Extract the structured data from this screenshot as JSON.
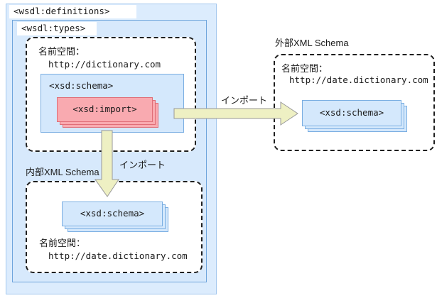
{
  "palette": {
    "container_fill": "#dcecfd",
    "types_fill": "#d7e9fc",
    "blue_border": "#6fa5dc",
    "schema_fill": "#d4e8fc",
    "schema_border": "#7aaee2",
    "import_fill": "#f9aab0",
    "import_border": "#e06e78",
    "arrow_fill": "#eef0c3",
    "arrow_border": "#999999",
    "dashed_border": "#1f1f1f"
  },
  "wsdl_definitions": {
    "label": "<wsdl:definitions>"
  },
  "wsdl_types": {
    "label": "<wsdl:types>"
  },
  "dictionary_namespace": {
    "ns_label": "名前空間：",
    "ns_value": "http://dictionary.com",
    "schema": {
      "label": "<xsd:schema>"
    },
    "import": {
      "label": "<xsd:import>"
    }
  },
  "internal_schema": {
    "title": "内部XML Schema",
    "schema": {
      "label": "<xsd:schema>"
    },
    "ns_label": "名前空間：",
    "ns_value": "http://date.dictionary.com"
  },
  "external_schema": {
    "title": "外部XML Schema",
    "ns_label": "名前空間：",
    "ns_value": "http://date.dictionary.com",
    "schema": {
      "label": "<xsd:schema>"
    }
  },
  "arrows": {
    "to_external_label": "インポート",
    "to_internal_label": "インポート"
  }
}
